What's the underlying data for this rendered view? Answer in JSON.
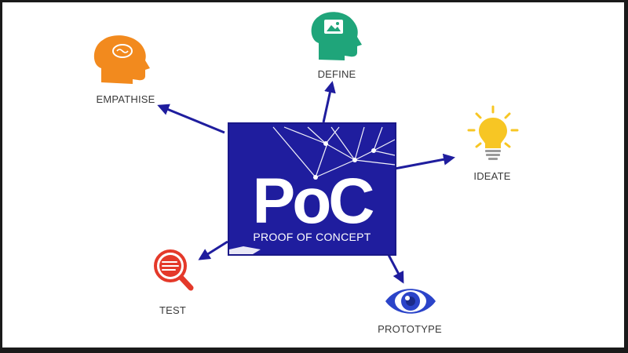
{
  "center": {
    "title": "PoC",
    "subtitle": "PROOF OF CONCEPT"
  },
  "nodes": {
    "empathise": "EMPATHISE",
    "define": "DEFINE",
    "ideate": "IDEATE",
    "test": "TEST",
    "prototype": "PROTOTYPE"
  },
  "icons": {
    "empathise": "head-brain-icon",
    "define": "head-image-icon",
    "ideate": "lightbulb-icon",
    "test": "magnifier-icon",
    "prototype": "eye-icon"
  },
  "colors": {
    "box": "#1f1d9e",
    "arrow": "#1f1d9e",
    "empathise": "#f28a1e",
    "define": "#1fa57a",
    "ideate": "#f7c624",
    "test": "#e4392a",
    "prototype": "#2b44c9"
  }
}
